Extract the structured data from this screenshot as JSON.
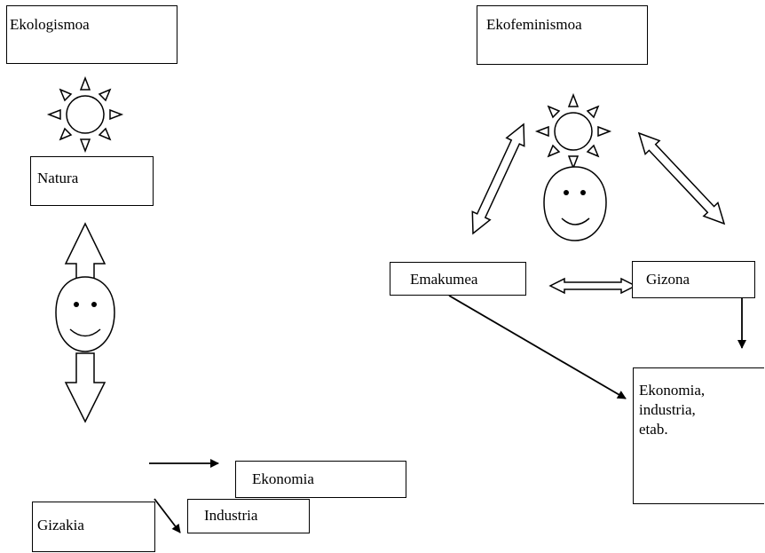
{
  "left_panel": {
    "title": "Ekologismoa",
    "nature": "Natura",
    "human": "Gizakia",
    "economy": "Ekonomia",
    "industry": "Industria"
  },
  "right_panel": {
    "title": "Ekofeminismoa",
    "woman": "Emakumea",
    "man": "Gizona",
    "economy_line1": "Ekonomia,",
    "economy_line2": "industria,",
    "economy_line3": "etab."
  }
}
